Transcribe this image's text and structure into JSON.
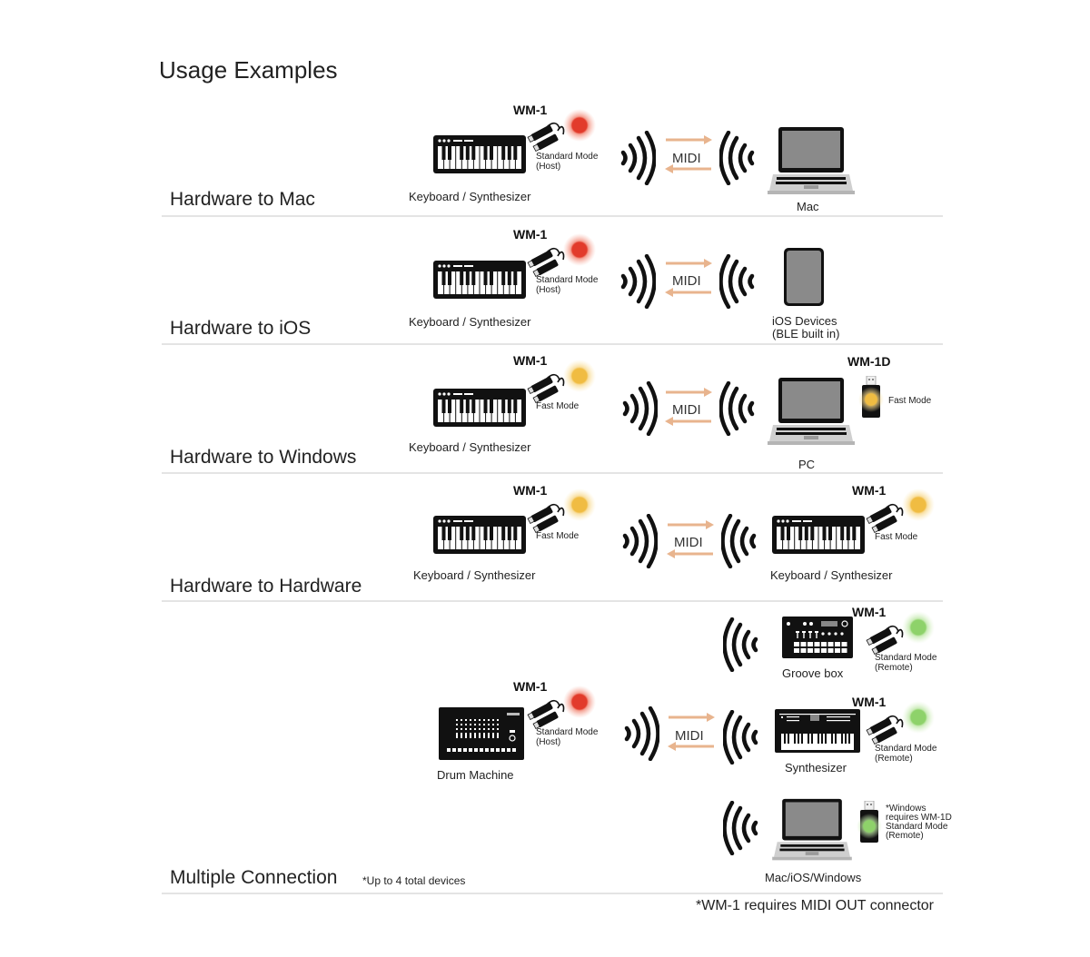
{
  "page": {
    "title": "Usage Examples",
    "footer_note": "*WM-1 requires MIDI OUT connector"
  },
  "colors": {
    "led_red": "#e23b2b",
    "led_yellow": "#f0bc42",
    "led_green": "#8ed26a",
    "arrow": "#e8b48e",
    "divider": "#e4e4e4",
    "screen": "#8a8a8a"
  },
  "rows": [
    {
      "title": "Hardware to Mac",
      "left": {
        "device": "Keyboard / Synthesizer",
        "adapter": "WM-1",
        "mode_line1": "Standard Mode",
        "mode_line2": "(Host)",
        "led": "red"
      },
      "link_label": "MIDI",
      "right": {
        "device": "Mac"
      }
    },
    {
      "title": "Hardware to iOS",
      "left": {
        "device": "Keyboard / Synthesizer",
        "adapter": "WM-1",
        "mode_line1": "Standard Mode",
        "mode_line2": "(Host)",
        "led": "red"
      },
      "link_label": "MIDI",
      "right": {
        "device_line1": "iOS Devices",
        "device_line2": "(BLE built in)"
      }
    },
    {
      "title": "Hardware to Windows",
      "left": {
        "device": "Keyboard / Synthesizer",
        "adapter": "WM-1",
        "mode_line1": "Fast Mode",
        "led": "yellow"
      },
      "link_label": "MIDI",
      "right": {
        "device": "PC",
        "adapter": "WM-1D",
        "mode_line1": "Fast Mode",
        "led": "yellow"
      }
    },
    {
      "title": "Hardware to Hardware",
      "left": {
        "device": "Keyboard / Synthesizer",
        "adapter": "WM-1",
        "mode_line1": "Fast Mode",
        "led": "yellow"
      },
      "link_label": "MIDI",
      "right": {
        "device": "Keyboard / Synthesizer",
        "adapter": "WM-1",
        "mode_line1": "Fast Mode",
        "led": "yellow"
      }
    },
    {
      "title": "Multiple Connection",
      "title_note": "*Up to 4 total devices",
      "left": {
        "device": "Drum  Machine",
        "adapter": "WM-1",
        "mode_line1": "Standard Mode",
        "mode_line2": "(Host)",
        "led": "red"
      },
      "link_label": "MIDI",
      "remotes": [
        {
          "device": "Groove box",
          "adapter": "WM-1",
          "mode_line1": "Standard Mode",
          "mode_line2": "(Remote)",
          "led": "green"
        },
        {
          "device": "Synthesizer",
          "adapter": "WM-1",
          "mode_line1": "Standard Mode",
          "mode_line2": "(Remote)",
          "led": "green"
        },
        {
          "device": "Mac/iOS/Windows",
          "note_lines": [
            "*Windows",
            "requires WM-1D",
            "Standard Mode",
            "(Remote)"
          ],
          "led": "green"
        }
      ]
    }
  ]
}
